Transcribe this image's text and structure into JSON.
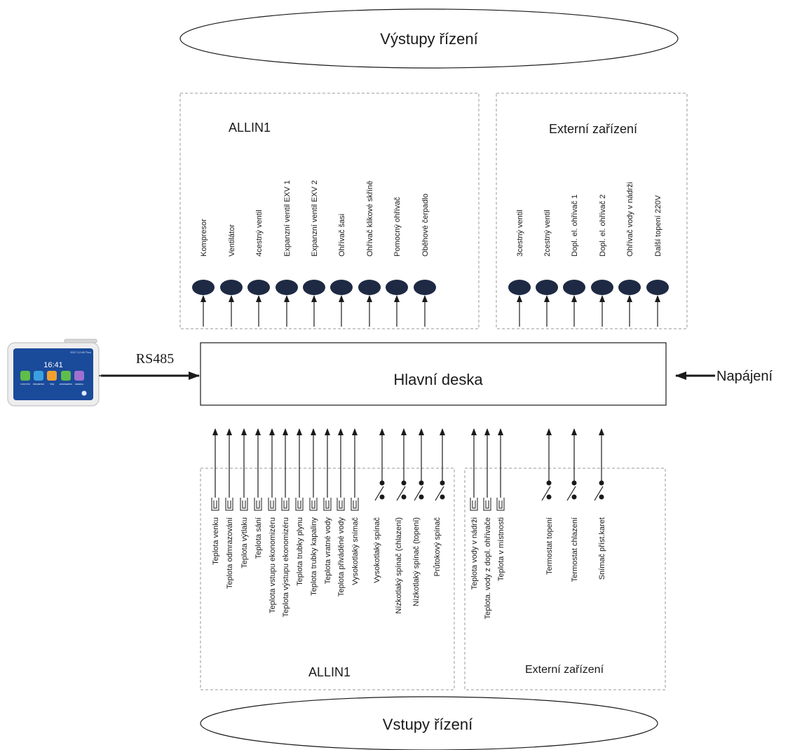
{
  "diagram": {
    "outputs_title": "Výstupy řízení",
    "inputs_title": "Vstupy řízení",
    "main_board": "Hlavní deska",
    "rs485": "RS485",
    "power": "Napájení",
    "top_left_group": {
      "title": "ALLIN1",
      "items": [
        "Kompresor",
        "Ventilátor",
        "4cestný ventil",
        "Expanzní ventil EXV 1",
        "Expanzní ventil EXV 2",
        "Ohřívač šasi",
        "Ohřívač klikové skříně",
        "Pomocný ohřívač",
        "Oběhové čerpadlo"
      ]
    },
    "top_right_group": {
      "title": "Externí zařízení",
      "items": [
        "3cestný ventil",
        "2cestný ventil",
        "Dopl. el. ohřívač 1",
        "Dopl. el. ohřívač 2",
        "Ohřívač vody v nádrži",
        "Další topení 220V"
      ]
    },
    "bottom_left_group": {
      "title": "ALLIN1",
      "sensors": [
        "Teplota venku",
        "Teplota odmrazování",
        "Teplota výtlaku",
        "Teplota sání",
        "Teplota vstupu ekonomizéru",
        "Teplota výstupu ekonomizéru",
        "Teplota trubky plynu",
        "Teplota trubky kapaliny",
        "Teplota vratné vody",
        "Teplota přiváděné vody",
        "Vysokotlaký snímač"
      ],
      "switches": [
        "Vysokotlaký spínač",
        "Nízkotlaký spínač (chlazení)",
        "Nízkotlaký spínač (topení)",
        "Průtokový spínač"
      ]
    },
    "bottom_right_group": {
      "title": "Externí zařízení",
      "sensors": [
        "Teplota vody v nádrži",
        "Teplota. vody z dopl. ohřívače",
        "Teplota v místnosti"
      ],
      "switches": [
        "Termostat topení",
        "Termostat chlazení",
        "Snímač příst.karet"
      ]
    },
    "device_screen": {
      "time": "16:41",
      "status": "2017-12-06 Thur",
      "apps": [
        "FUNCTION",
        "PARAMETER",
        "TIME",
        "ENGINEERING",
        "GENERAL"
      ]
    }
  },
  "colors": {
    "line": "#1a1a1a",
    "dashed_border": "#9a9a9a",
    "oval_fill": "#1e2a44",
    "device_body": "#eeeeee",
    "device_screen": "#1a4a9a"
  }
}
